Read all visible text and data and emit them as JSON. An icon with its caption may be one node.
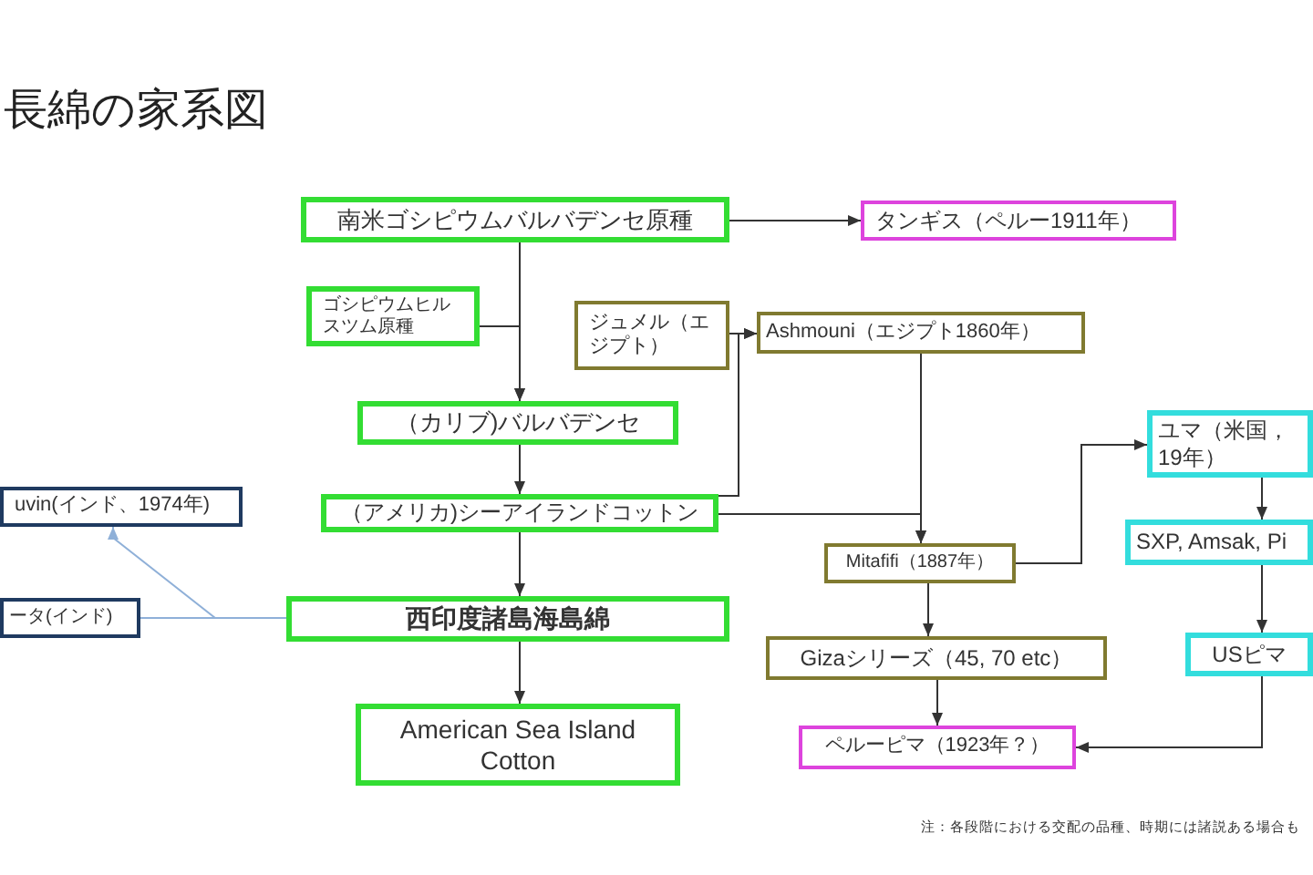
{
  "diagram": {
    "title": "長綿の家系図",
    "nodes": [
      {
        "text": [
          "南米ゴシピウムバルバデンセ原種"
        ]
      },
      {
        "text": [
          "タンギス（ペルー1911年）"
        ]
      },
      {
        "text": [
          "ゴシピウムヒルスツム原種"
        ]
      },
      {
        "text": [
          "ジュメル（エジプト）"
        ]
      },
      {
        "text": [
          "Ashmouni（エジプト1860年）"
        ]
      },
      {
        "text": [
          "（カリブ)バルバデンセ"
        ]
      },
      {
        "text": [
          "ユマ（米国，19年）"
        ]
      },
      {
        "text": [
          "uvin(インド、1974年)"
        ]
      },
      {
        "text": [
          "（アメリカ)シーアイランドコットン"
        ]
      },
      {
        "text": [
          "SXP, Amsak, Pi"
        ]
      },
      {
        "text": [
          "Mitafifi（1887年）"
        ]
      },
      {
        "text": [
          "ータ(インド)"
        ]
      },
      {
        "text": [
          "西印度諸島海島綿"
        ]
      },
      {
        "text": [
          "Gizaシリーズ（45, 70 etc）"
        ]
      },
      {
        "text": [
          "USピマ"
        ]
      },
      {
        "text": [
          "American Sea Island Cotton"
        ]
      },
      {
        "text": [
          "ペルーピマ（1923年？）"
        ]
      }
    ],
    "edges": [
      {
        "from": 0,
        "to": 1,
        "arrow": "to"
      },
      {
        "from": 0,
        "to": 5,
        "arrow": "to"
      },
      {
        "from": 2,
        "to": 5,
        "arrow": "to"
      },
      {
        "from": 5,
        "to": 8,
        "arrow": "to"
      },
      {
        "from": 3,
        "to": 4,
        "arrow": "to"
      },
      {
        "from": 8,
        "to": 4,
        "arrow": "to"
      },
      {
        "from": 8,
        "to": 10,
        "arrow": "to"
      },
      {
        "from": 4,
        "to": 10,
        "arrow": "to"
      },
      {
        "from": 10,
        "to": 6,
        "arrow": "to"
      },
      {
        "from": 6,
        "to": 9,
        "arrow": "to"
      },
      {
        "from": 9,
        "to": 14,
        "arrow": "to"
      },
      {
        "from": 14,
        "to": 16,
        "arrow": "to"
      },
      {
        "from": 10,
        "to": 13,
        "arrow": "to"
      },
      {
        "from": 13,
        "to": 16,
        "arrow": "to"
      },
      {
        "from": 8,
        "to": 12,
        "arrow": "to"
      },
      {
        "from": 12,
        "to": 15,
        "arrow": "to"
      },
      {
        "from": 12,
        "to": 7,
        "arrow": "to",
        "color": "#8fb0d8"
      },
      {
        "from": 12,
        "to": 11,
        "arrow": "none",
        "color": "#8fb0d8"
      }
    ],
    "labels": [
      "注：各段階における交配の品種、時期には諸説ある場合も"
    ]
  }
}
